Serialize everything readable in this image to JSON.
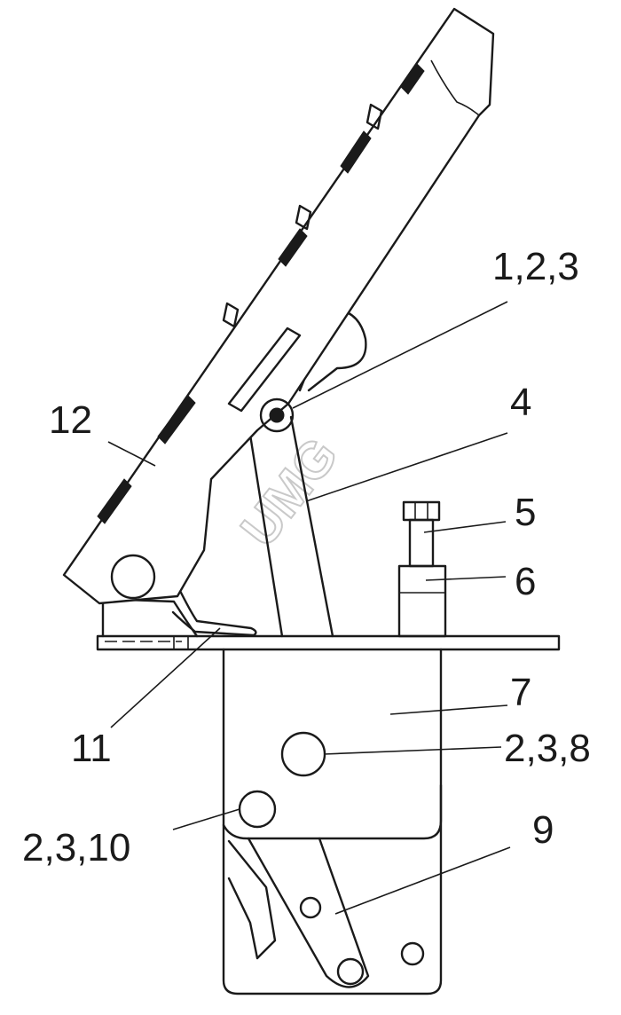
{
  "watermark": "UMG",
  "labels": {
    "l_1_2_3": "1,2,3",
    "l_4": "4",
    "l_5": "5",
    "l_6": "6",
    "l_7": "7",
    "l_2_3_8": "2,3,8",
    "l_9": "9",
    "l_2_3_10": "2,3,10",
    "l_11": "11",
    "l_12": "12"
  }
}
